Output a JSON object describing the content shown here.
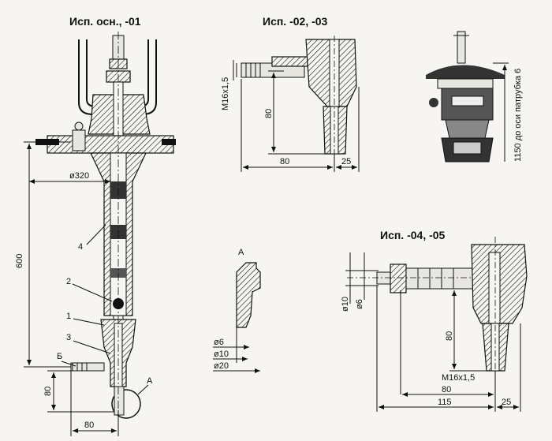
{
  "titles": {
    "main": "Исп. осн., -01",
    "v02": "Исп. -02, -03",
    "v04": "Исп. -04, -05"
  },
  "main_view": {
    "d320": "ø320",
    "h600": "600",
    "h80": "80",
    "w80": "80",
    "callouts": [
      "4",
      "2",
      "1",
      "3"
    ],
    "b_label": "Б",
    "a_label": "А"
  },
  "view02": {
    "m16": "M16x1,5",
    "h80": "80",
    "w80": "80",
    "w25": "25"
  },
  "view_right": {
    "side_text": "1150 до оси патрубка 6"
  },
  "detailA": {
    "label": "А",
    "d6": "ø6",
    "d10": "ø10",
    "d20": "ø20"
  },
  "view04": {
    "d10": "ø10",
    "d6": "ø6",
    "h80": "80",
    "m16": "M16x1,5",
    "w80": "80",
    "w115": "115",
    "w25": "25"
  }
}
